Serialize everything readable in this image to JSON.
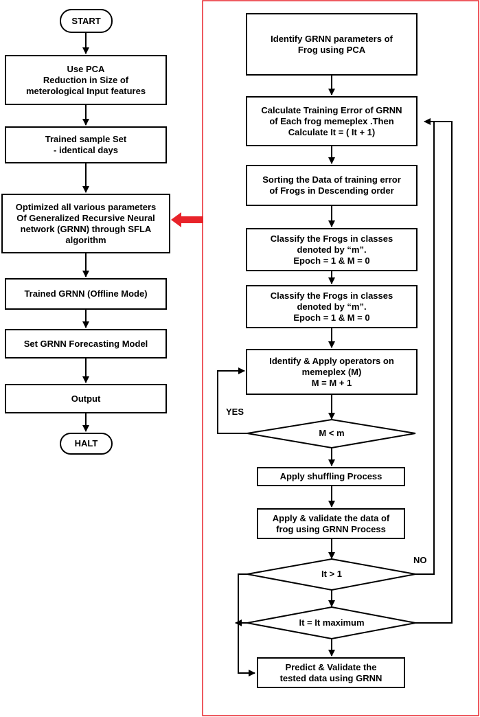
{
  "left_flow": {
    "start": "START",
    "pca": "Use PCA\nReduction in Size of\nmeterological Input features",
    "trained_sample": "Trained sample Set\n- identical days",
    "optimized": "Optimized all various parameters\nOf Generalized Recursive Neural\nnetwork (GRNN) through SFLA\nalgorithm",
    "trained_grnn": "Trained GRNN (Offline Mode)",
    "set_model": "Set GRNN Forecasting Model",
    "output": "Output",
    "halt": "HALT"
  },
  "right_flow": {
    "identify_params": "Identify GRNN parameters of\nFrog using PCA",
    "calc_error": "Calculate Training Error of GRNN\nof Each frog memeplex .Then\nCalculate It = ( It + 1)",
    "sorting": "Sorting the Data of training error\nof Frogs in Descending order",
    "classify_1": "Classify the Frogs in classes\ndenoted by “m”.\nEpoch = 1 & M = 0",
    "classify_2": "Classify the Frogs in classes\ndenoted by “m”.\nEpoch = 1 & M = 0",
    "identify_apply": "Identify & Apply operators on\nmemeplex (M)\nM = M + 1",
    "decision_m": "M < m",
    "yes_label": "YES",
    "shuffling": "Apply shuffling Process",
    "validate": "Apply & validate the data of\nfrog using GRNN Process",
    "decision_it1": "It > 1",
    "no_label": "NO",
    "decision_itmax": "It = It maximum",
    "predict": "Predict & Validate the\ntested data using GRNN"
  },
  "colors": {
    "frame": "#e8232a",
    "arrow_big": "#e8232a",
    "lines": "#000000"
  }
}
